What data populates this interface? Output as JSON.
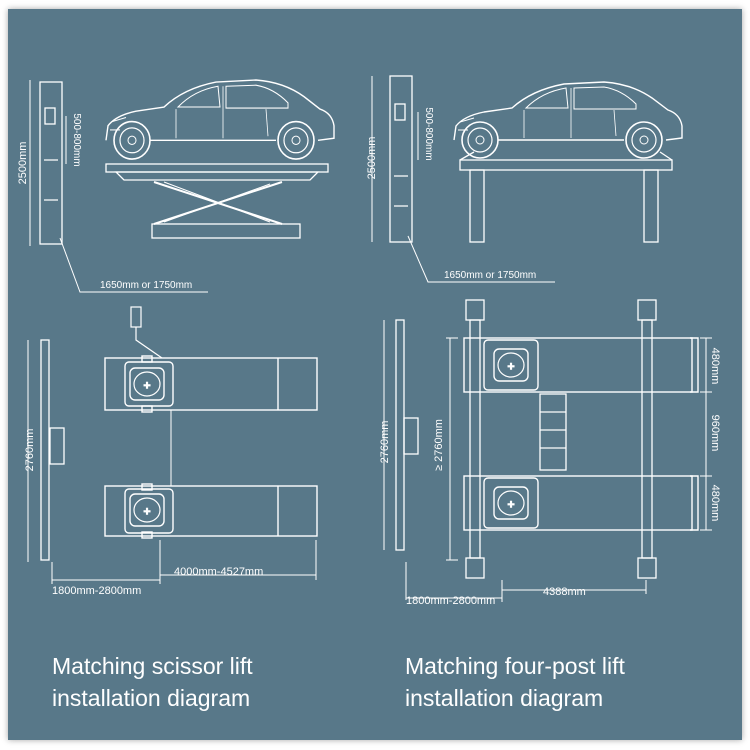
{
  "colors": {
    "background": "#587889",
    "line": "#ffffff",
    "frame": "#ffffff"
  },
  "scissor": {
    "elevation_height": "2500mm",
    "lift_height": "500-800mm",
    "width_label": "1650mm or 1750mm",
    "plan_length": "2760mm",
    "plan_offset": "1800mm-2800mm",
    "plan_range": "4000mm-4527mm",
    "caption_line1": "Matching scissor lift",
    "caption_line2": "installation diagram"
  },
  "fourpost": {
    "elevation_height": "2500mm",
    "lift_height": "500-800mm",
    "width_label": "1650mm or 1750mm",
    "plan_length": "2760mm",
    "plan_min_length": "≥ 2760mm",
    "plan_offset": "1800mm-2800mm",
    "plan_span": "4388mm",
    "runway_width_top": "480mm",
    "runway_gap": "960mm",
    "runway_width_bottom": "480mm",
    "caption_line1": "Matching four-post lift",
    "caption_line2": "installation diagram"
  }
}
